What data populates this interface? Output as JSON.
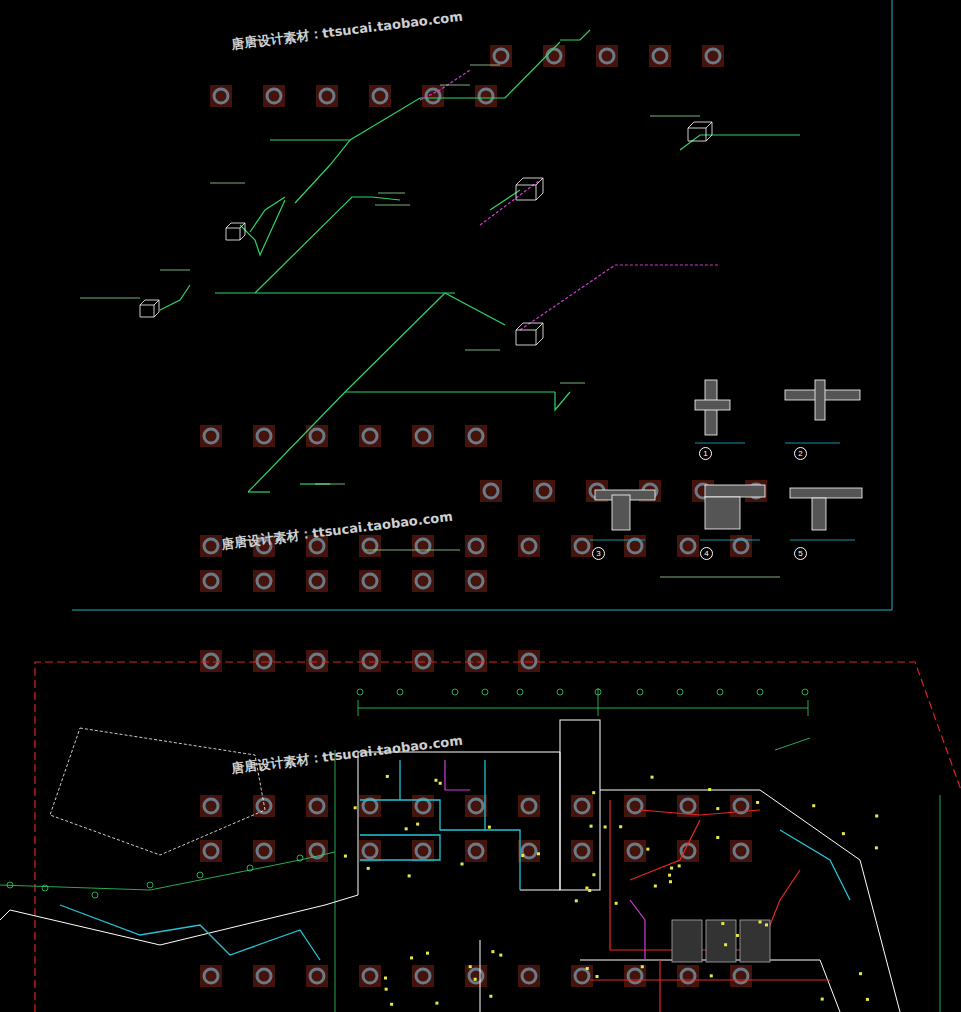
{
  "diagram": {
    "labels": [
      "唐唐设计素材：ttsucai.taobao.com",
      "唐唐设计素材：ttsucai.taobao.com",
      "唐唐设计素材：ttsucai.taobao.com",
      "1",
      "2",
      "3",
      "4",
      "5"
    ]
  }
}
